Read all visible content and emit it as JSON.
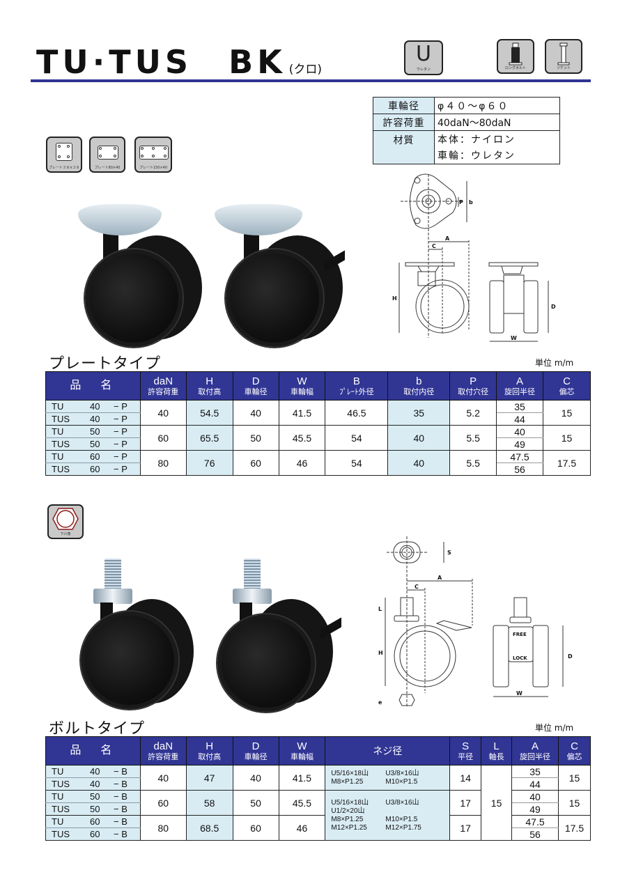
{
  "header": {
    "title": "TU·TUS　BK",
    "title_sub": "(クロ)",
    "feature_icons": [
      {
        "name": "urethane-icon",
        "glyph": "U",
        "label": "ウレタン"
      },
      {
        "name": "long-bolt-icon",
        "label": "ロングボルト"
      },
      {
        "name": "socket-icon",
        "label": "ソケット"
      }
    ],
    "accent_color": "#2f3591"
  },
  "spec_summary": {
    "rows": [
      {
        "key": "車輪径",
        "value": "φ４０〜φ６０"
      },
      {
        "key": "許容荷重",
        "value": "40daN〜80daN"
      },
      {
        "key": "材質",
        "value": "本体：ナイロン",
        "value2": "車輪：ウレタン"
      }
    ]
  },
  "plate_icons": [
    {
      "label": "プレート３８×３８"
    },
    {
      "label": "プレート80×40"
    },
    {
      "label": "プレート150×40"
    }
  ],
  "plate_section": {
    "heading": "プレートタイプ",
    "unit": "単位 m/m",
    "diagram_labels": {
      "P": "P",
      "b": "b",
      "A": "A",
      "C": "C",
      "H": "H",
      "D": "D",
      "W": "W"
    },
    "columns": [
      {
        "top": "",
        "bottom": "品　名"
      },
      {
        "top": "daN",
        "bottom": "許容荷重"
      },
      {
        "top": "H",
        "bottom": "取付高"
      },
      {
        "top": "D",
        "bottom": "車輪径"
      },
      {
        "top": "W",
        "bottom": "車輪幅"
      },
      {
        "top": "B",
        "bottom": "ﾌﾟﾚｰﾄ外径"
      },
      {
        "top": "b",
        "bottom": "取付内径"
      },
      {
        "top": "P",
        "bottom": "取付穴径"
      },
      {
        "top": "A",
        "bottom": "旋回半径"
      },
      {
        "top": "C",
        "bottom": "偏芯"
      }
    ],
    "groups": [
      {
        "names": [
          [
            "TU",
            "40",
            "− P"
          ],
          [
            "TUS",
            "40",
            "− P"
          ]
        ],
        "daN": "40",
        "H": "54.5",
        "D": "40",
        "W": "41.5",
        "B": "46.5",
        "b": "35",
        "P": "5.2",
        "A": [
          "35",
          "44"
        ],
        "C": "15"
      },
      {
        "names": [
          [
            "TU",
            "50",
            "− P"
          ],
          [
            "TUS",
            "50",
            "− P"
          ]
        ],
        "daN": "60",
        "H": "65.5",
        "D": "50",
        "W": "45.5",
        "B": "54",
        "b": "40",
        "P": "5.5",
        "A": [
          "40",
          "49"
        ],
        "C": "15"
      },
      {
        "names": [
          [
            "TU",
            "60",
            "− P"
          ],
          [
            "TUS",
            "60",
            "− P"
          ]
        ],
        "daN": "80",
        "H": "76",
        "D": "60",
        "W": "46",
        "B": "54",
        "b": "40",
        "P": "5.5",
        "A": [
          "47.5",
          "56"
        ],
        "C": "17.5"
      }
    ]
  },
  "bolt_icon": {
    "label": "下六角"
  },
  "bolt_section": {
    "heading": "ボルトタイプ",
    "unit": "単位 m/m",
    "diagram_labels": {
      "S": "S",
      "A": "A",
      "C": "C",
      "L": "L",
      "H": "H",
      "e": "e",
      "D": "D",
      "W": "W",
      "free": "FREE",
      "lock": "LOCK"
    },
    "columns": [
      {
        "top": "",
        "bottom": "品　名"
      },
      {
        "top": "daN",
        "bottom": "許容荷重"
      },
      {
        "top": "H",
        "bottom": "取付高"
      },
      {
        "top": "D",
        "bottom": "車輪径"
      },
      {
        "top": "W",
        "bottom": "車輪幅"
      },
      {
        "top": "",
        "bottom": "ネジ径"
      },
      {
        "top": "S",
        "bottom": "平径"
      },
      {
        "top": "L",
        "bottom": "軸長"
      },
      {
        "top": "A",
        "bottom": "旋回半径"
      },
      {
        "top": "C",
        "bottom": "偏芯"
      }
    ],
    "groups": [
      {
        "names": [
          [
            "TU",
            "40",
            "− B"
          ],
          [
            "TUS",
            "40",
            "− B"
          ]
        ],
        "daN": "40",
        "H": "47",
        "D": "40",
        "W": "41.5",
        "S": "14",
        "A": [
          "35",
          "44"
        ],
        "C": "15"
      },
      {
        "names": [
          [
            "TU",
            "50",
            "− B"
          ],
          [
            "TUS",
            "50",
            "− B"
          ]
        ],
        "daN": "60",
        "H": "58",
        "D": "50",
        "W": "45.5",
        "S": "17",
        "A": [
          "40",
          "49"
        ],
        "C": "15"
      },
      {
        "names": [
          [
            "TU",
            "60",
            "− B"
          ],
          [
            "TUS",
            "60",
            "− B"
          ]
        ],
        "daN": "80",
        "H": "68.5",
        "D": "60",
        "W": "46",
        "S": "17",
        "A": [
          "47.5",
          "56"
        ],
        "C": "17.5"
      }
    ],
    "L_shared": "15",
    "thread_sizes": {
      "group1": [
        [
          "U5/16×18山",
          "U3/8×16山"
        ],
        [
          "M8×P1.25",
          "M10×P1.5"
        ]
      ],
      "group23": [
        [
          "U5/16×18山",
          "U3/8×16山"
        ],
        [
          "U1/2×20山",
          ""
        ],
        [
          "M8×P1.25",
          "M10×P1.5"
        ],
        [
          "M12×P1.25",
          "M12×P1.75"
        ]
      ]
    }
  }
}
